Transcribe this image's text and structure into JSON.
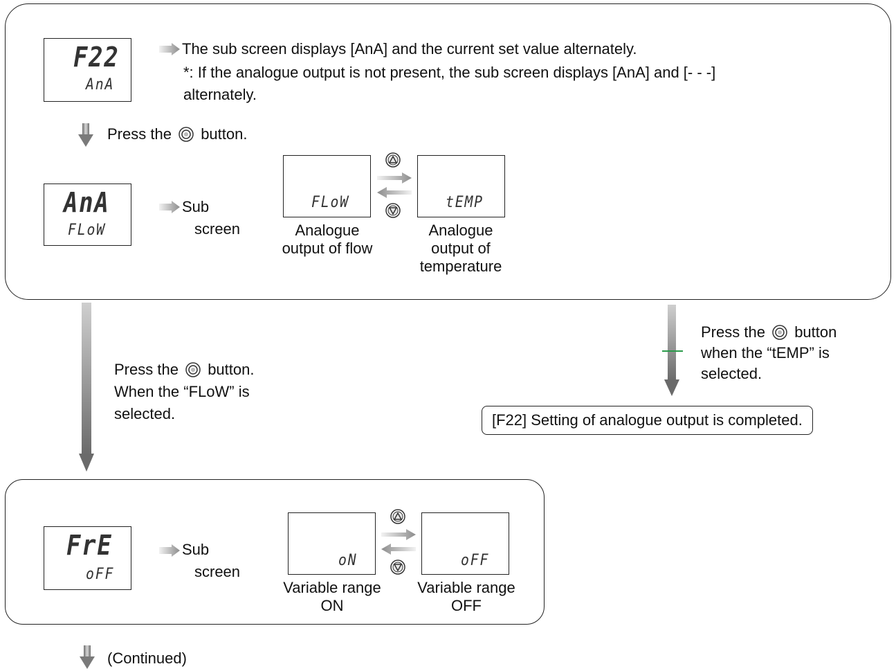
{
  "section_f22": {
    "lcd_main": "F22",
    "lcd_sub": "AnA",
    "desc_line1": "The sub screen displays [AnA] and the current set value alternately.",
    "desc_line2": "*: If the analogue output is not present, the sub screen displays [AnA] and [- - -]",
    "desc_line3": "alternately.",
    "press_prefix": "Press the",
    "press_suffix": "button.",
    "lcd2_main": "AnA",
    "lcd2_sub": "FLoW",
    "sub_label_1": "Sub",
    "sub_label_2": "screen",
    "option_a_display": "FLoW",
    "option_a_label_1": "Analogue",
    "option_a_label_2": "output of flow",
    "option_b_display": "tEMP",
    "option_b_label_1": "Analogue",
    "option_b_label_2": "output of",
    "option_b_label_3": "temperature"
  },
  "branch_left": {
    "line1_prefix": "Press the",
    "line1_suffix": "button.",
    "line2": "When the “FLoW” is",
    "line3": "selected."
  },
  "branch_right": {
    "line1_prefix": "Press the",
    "line1_suffix": "button",
    "line2": "when the “tEMP” is",
    "line3": "selected.",
    "result": "[F22] Setting of analogue output is completed."
  },
  "section_fre": {
    "lcd_main": "FrE",
    "lcd_sub": "oFF",
    "sub_label_1": "Sub",
    "sub_label_2": "screen",
    "option_a_display": "oN",
    "option_a_label_1": "Variable range",
    "option_a_label_2": "ON",
    "option_b_display": "oFF",
    "option_b_label_1": "Variable range",
    "option_b_label_2": "OFF"
  },
  "footer": {
    "continued": "(Continued)"
  },
  "colors": {
    "arrow_gray": "#8a8a8a",
    "accent_green": "#2a9a4a"
  },
  "icons": [
    "set-button-icon",
    "up-button-icon",
    "down-button-icon",
    "right-arrow-icon",
    "down-arrow-icon"
  ]
}
